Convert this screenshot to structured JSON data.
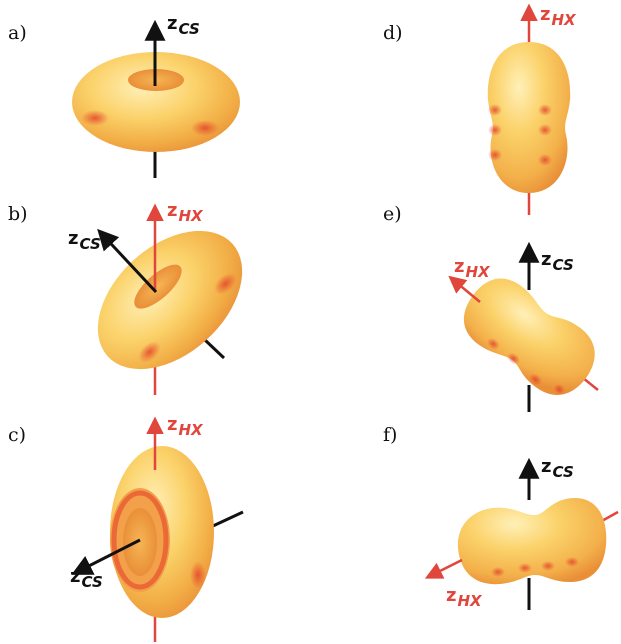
{
  "panels": [
    {
      "id": "a",
      "label": "a)"
    },
    {
      "id": "b",
      "label": "b)"
    },
    {
      "id": "c",
      "label": "c)"
    },
    {
      "id": "d",
      "label": "d)"
    },
    {
      "id": "e",
      "label": "e)"
    },
    {
      "id": "f",
      "label": "f)"
    }
  ],
  "axis_names": {
    "cs": {
      "main": "z",
      "sub": "CS"
    },
    "hx": {
      "main": "z",
      "sub": "HX"
    }
  },
  "colors": {
    "cs_axis": "#111111",
    "hx_axis": "#e0463c",
    "surface_light": "#fde59a",
    "surface_mid": "#f7c14f",
    "surface_dark": "#ee9a3a",
    "hotspot": "#e4572e"
  }
}
